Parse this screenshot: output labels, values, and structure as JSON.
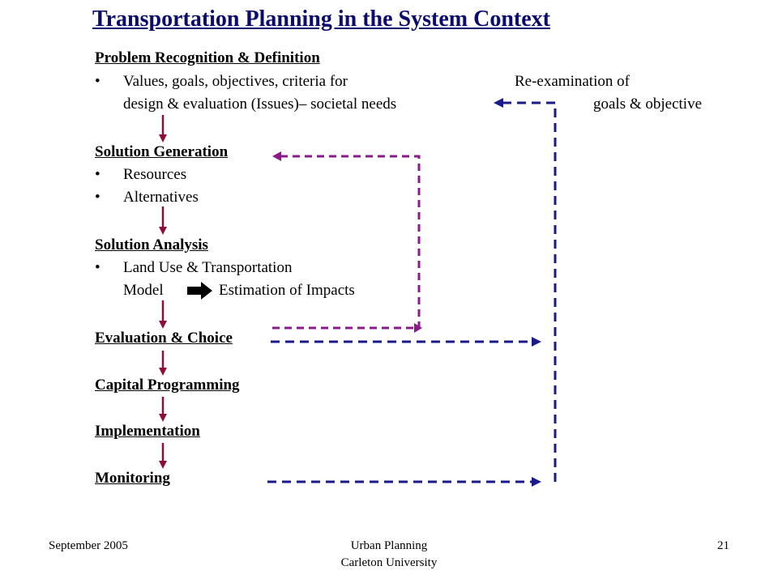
{
  "title": "Transportation Planning in the System Context",
  "steps": {
    "problem": {
      "heading": "Problem Recognition & Definition",
      "bullet_line1": "Values, goals, objectives, criteria for",
      "bullet_line2": "design & evaluation  (Issues)– societal needs"
    },
    "generation": {
      "heading": "Solution Generation",
      "bullets": [
        "Resources",
        "Alternatives"
      ]
    },
    "analysis": {
      "heading": "Solution Analysis",
      "bullet_line1": "Land Use & Transportation",
      "model_label": "Model",
      "impacts_label": "Estimation of Impacts"
    },
    "evaluation": {
      "heading": "Evaluation & Choice"
    },
    "capital": {
      "heading": "Capital Programming"
    },
    "implementation": {
      "heading": "Implementation"
    },
    "monitoring": {
      "heading": "Monitoring"
    }
  },
  "reexamination": {
    "line1": "Re-examination of",
    "line2": "goals & objective"
  },
  "bullet_glyph": "•",
  "footer": {
    "date": "September 2005",
    "course": "Urban Planning",
    "institution": "Carleton University",
    "page": "21"
  },
  "colors": {
    "title": "#0b0b6e",
    "flow_arrow": "#8b1038",
    "feedback_purple": "#8b1a8b",
    "feedback_blue": "#1a1a8b"
  }
}
